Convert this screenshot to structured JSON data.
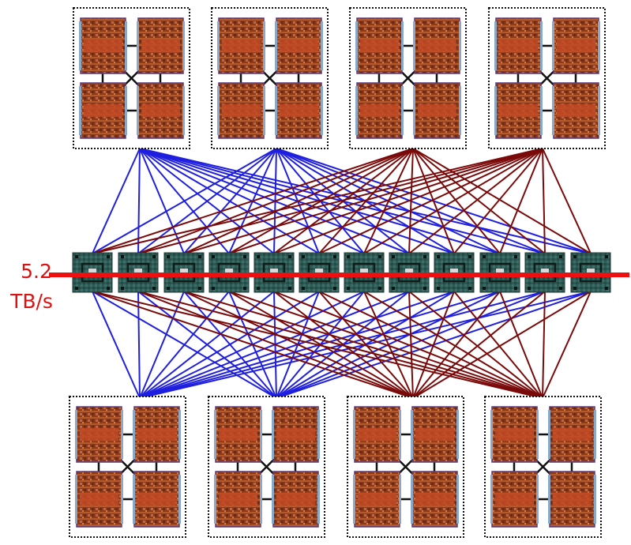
{
  "bandwidth_label": {
    "value": "5.2",
    "unit": "TB/s"
  },
  "colors": {
    "left_links": "#1f1fe0",
    "right_links": "#7a0a0a",
    "bandwidth_bar": "#ee1010",
    "switch_chip": "#2f5a55",
    "gpu_die": "#9c4020",
    "node_border": "#111111"
  },
  "structure": {
    "top_nodes": 4,
    "bottom_nodes": 4,
    "gpus_per_node": 4,
    "switches": 12,
    "icons": [
      "gpu-die-icon",
      "nvswitch-chip-icon",
      "node-box"
    ]
  }
}
